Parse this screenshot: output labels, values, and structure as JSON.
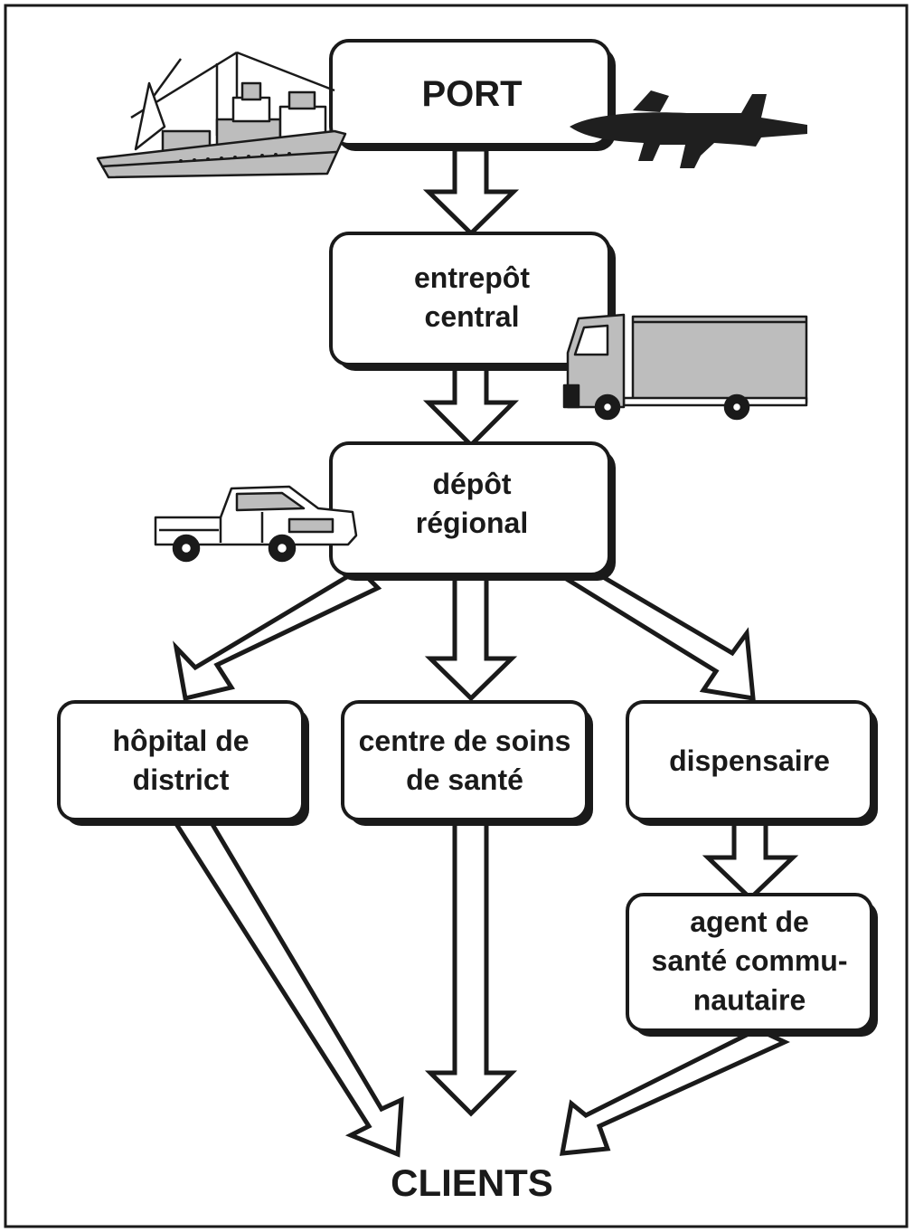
{
  "nodes": {
    "port": [
      "PORT"
    ],
    "central_warehouse": [
      "entrepôt",
      "central"
    ],
    "regional_depot": [
      "dépôt",
      "régional"
    ],
    "district_hospital": [
      "hôpital de",
      "district"
    ],
    "health_center": [
      "centre de soins",
      "de santé"
    ],
    "dispensary": [
      "dispensaire"
    ],
    "community_health_worker": [
      "agent de",
      "santé commu-",
      "nautaire"
    ],
    "clients": [
      "CLIENTS"
    ]
  },
  "illustrations": [
    "ship-icon",
    "airplane-icon",
    "truck-icon",
    "pickup-icon"
  ],
  "colors": {
    "stroke": "#1a1a1a",
    "fill": "#ffffff",
    "shadow": "#1a1a1a",
    "vehicle_gray": "#bdbdbd",
    "plane": "#1f1f1f"
  }
}
